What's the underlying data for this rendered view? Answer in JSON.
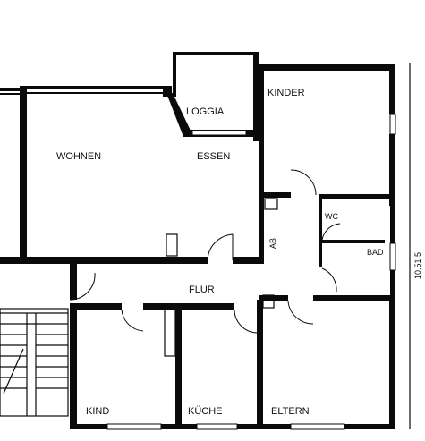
{
  "rooms": {
    "loggia": "LOGGIA",
    "kinder": "KINDER",
    "wohnen": "WOHNEN",
    "essen": "ESSEN",
    "wc": "WC",
    "bad": "BAD",
    "ab": "AB",
    "flur": "FLUR",
    "kind": "KIND",
    "kueche": "KÜCHE",
    "eltern": "ELTERN"
  },
  "dimension": "10,51 5",
  "colors": {
    "wall": "#0a0a0a",
    "background": "#ffffff"
  }
}
